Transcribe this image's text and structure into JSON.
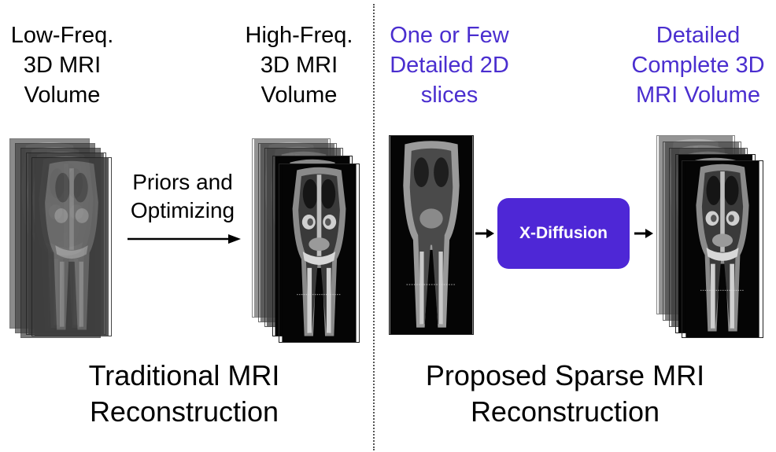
{
  "labels": {
    "low_freq": [
      "Low-Freq.",
      "3D MRI",
      "Volume"
    ],
    "high_freq": [
      "High-Freq.",
      "3D MRI",
      "Volume"
    ],
    "few_slices": [
      "One or Few",
      "Detailed 2D",
      "slices"
    ],
    "complete": [
      "Detailed",
      "Complete 3D",
      "MRI Volume"
    ]
  },
  "arrow_label": [
    "Priors and",
    "Optimizing"
  ],
  "model_box": "X-Diffusion",
  "captions": {
    "traditional": [
      "Traditional MRI",
      "Reconstruction"
    ],
    "proposed": [
      "Proposed Sparse MRI",
      "Reconstruction"
    ]
  },
  "colors": {
    "accent": "#4a2ecf",
    "box": "#4e27d6"
  }
}
